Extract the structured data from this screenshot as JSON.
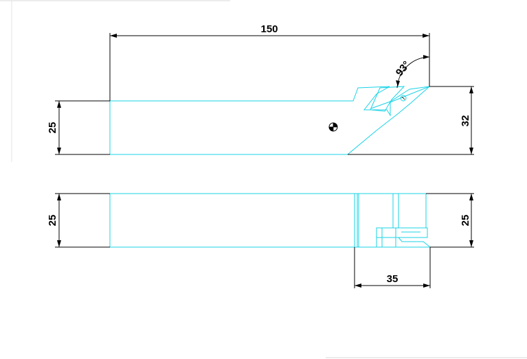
{
  "dimensions": {
    "overall_length": "150",
    "front_height_left": "25",
    "front_height_right": "32",
    "angle": "93°",
    "top_height_left": "25",
    "top_height_right": "25",
    "head_length": "35"
  },
  "colors": {
    "outline": "#19d3e6",
    "dimension": "#000000",
    "background": "#ffffff"
  }
}
